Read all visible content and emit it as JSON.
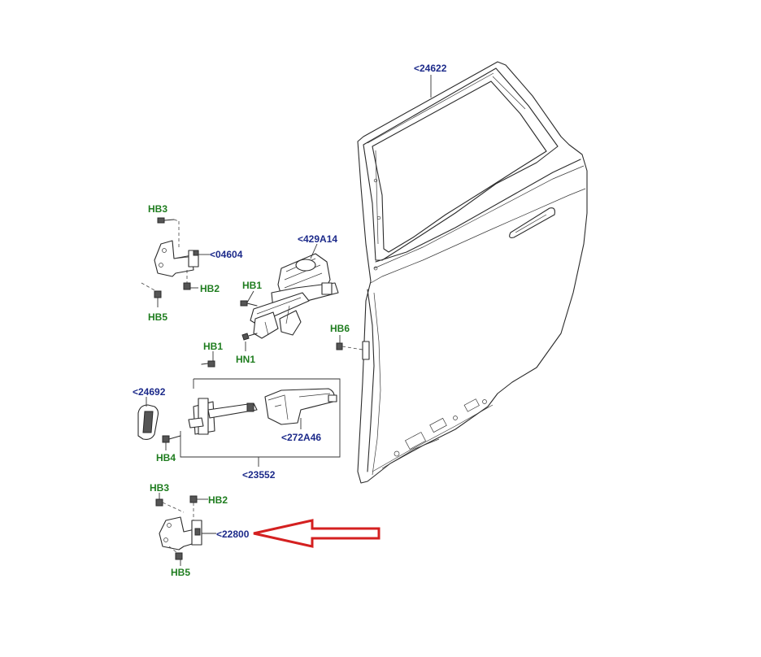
{
  "labels": {
    "door_shell": "<24622",
    "door_latch": "<429A14",
    "upper_hinge": "<04604",
    "check_strap_kit": "<23552",
    "check_strap": "<272A46",
    "seal_plug": "<24692",
    "lower_hinge": "<22800"
  },
  "fasteners": {
    "upper_hinge_bolt_top": "HB3",
    "upper_hinge_bolt_side": "HB2",
    "upper_hinge_bolt_bottom": "HB5",
    "latch_bolt": "HB1",
    "latch_nut": "HN1",
    "door_bolt": "HB6",
    "check_strap_bolt_top": "HB1",
    "check_strap_bolt_bottom": "HB4",
    "lower_hinge_bolt_top": "HB3",
    "lower_hinge_bolt_side": "HB2",
    "lower_hinge_bolt_bottom": "HB5"
  },
  "colors": {
    "part_reference": "#1c2a8a",
    "fastener_reference": "#1f7d1f",
    "highlight_arrow": "#d42020",
    "line_art": "#2b2b2b"
  }
}
